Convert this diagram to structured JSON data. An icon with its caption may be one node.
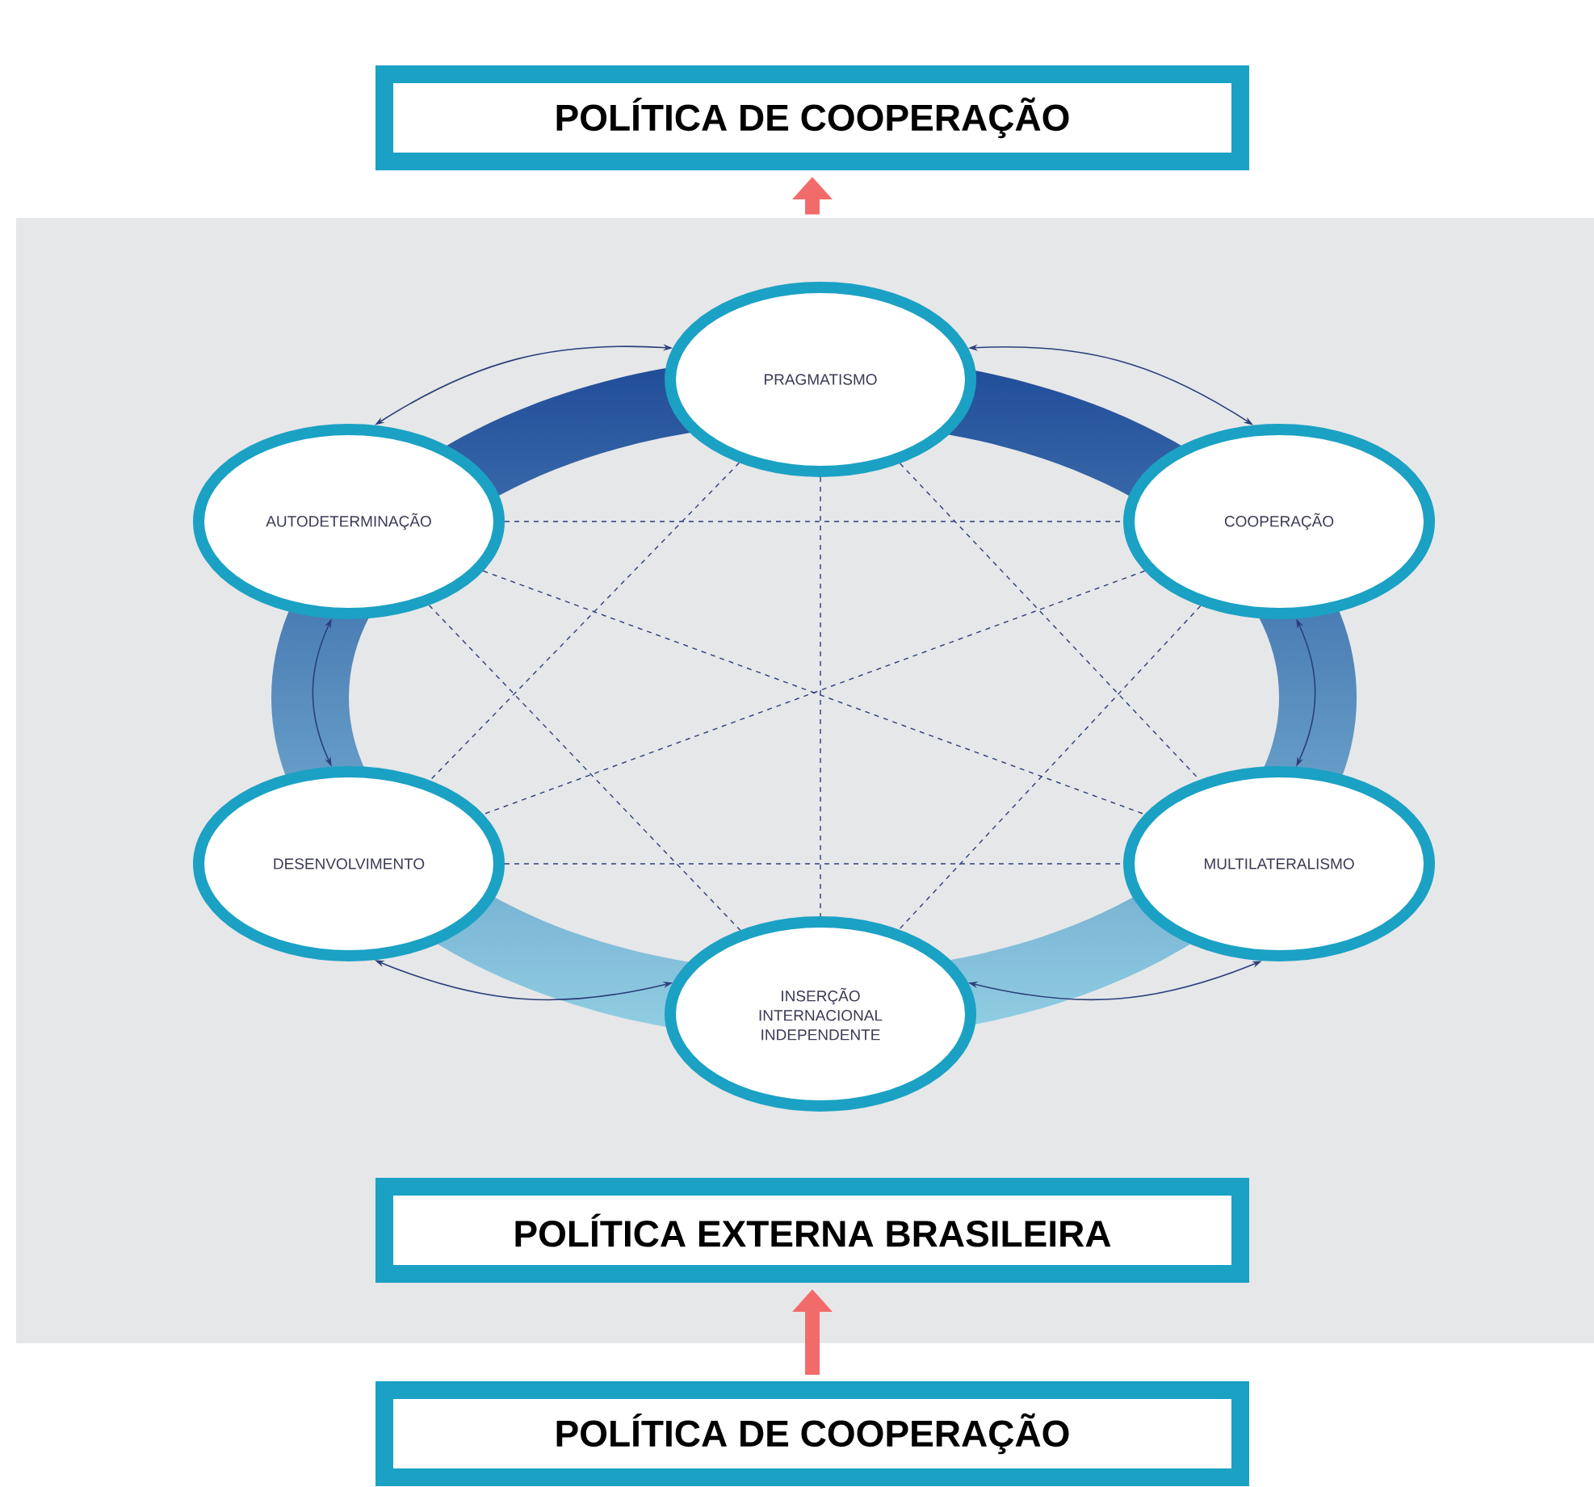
{
  "diagram": {
    "nodes": [
      {
        "text": [
          "POLÍTICA DE COOPERAÇÃO"
        ]
      },
      {
        "text": [],
        "shape": "box"
      },
      {
        "text": [
          "PRAGMATISMO"
        ],
        "in": 1
      },
      {
        "text": [
          "AUTODETERMINAÇÃO"
        ],
        "in": 1
      },
      {
        "text": [
          "COOPERAÇÃO"
        ],
        "in": 1
      },
      {
        "text": [
          "DESENVOLVIMENTO"
        ],
        "in": 1
      },
      {
        "text": [
          "MULTILATERALISMO"
        ],
        "in": 1
      },
      {
        "text": [
          "INSERÇÃO INTERNACIONAL INDEPENDENTE"
        ],
        "in": 1
      },
      {
        "text": [
          "POLÍTICA EXTERNA BRASILEIRA"
        ],
        "in": 1
      },
      {
        "text": [
          "POLÍTICA DE COOPERAÇÃO"
        ]
      }
    ],
    "edges": [
      {
        "from": 1,
        "to": 0,
        "arrow": "to",
        "style": "thick",
        "color": "#f26b6b"
      },
      {
        "from": 2,
        "to": 3,
        "arrow": "both"
      },
      {
        "from": 2,
        "to": 4,
        "arrow": "both"
      },
      {
        "from": 4,
        "to": 6,
        "arrow": "both"
      },
      {
        "from": 6,
        "to": 7,
        "arrow": "both"
      },
      {
        "from": 7,
        "to": 5,
        "arrow": "both"
      },
      {
        "from": 5,
        "to": 3,
        "arrow": "both"
      },
      {
        "from": 2,
        "to": 7,
        "arrow": "none",
        "style": "dashed"
      },
      {
        "from": 2,
        "to": 5,
        "arrow": "none",
        "style": "dashed"
      },
      {
        "from": 2,
        "to": 6,
        "arrow": "none",
        "style": "dashed"
      },
      {
        "from": 3,
        "to": 4,
        "arrow": "none",
        "style": "dashed"
      },
      {
        "from": 3,
        "to": 6,
        "arrow": "none",
        "style": "dashed"
      },
      {
        "from": 3,
        "to": 7,
        "arrow": "none",
        "style": "dashed"
      },
      {
        "from": 4,
        "to": 5,
        "arrow": "none",
        "style": "dashed"
      },
      {
        "from": 4,
        "to": 7,
        "arrow": "none",
        "style": "dashed"
      },
      {
        "from": 5,
        "to": 6,
        "arrow": "none",
        "style": "dashed"
      },
      {
        "from": 9,
        "to": 8,
        "arrow": "to",
        "style": "thick",
        "color": "#f26b6b"
      }
    ]
  }
}
